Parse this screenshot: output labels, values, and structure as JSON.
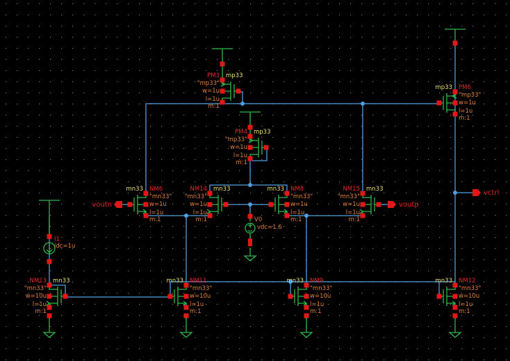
{
  "colors": {
    "background": "#000000",
    "wire": "#4f9fe0",
    "symbol": "#2fb84a",
    "pin": "#e01818",
    "instance_name": "#e82828",
    "model_name": "#e8e070",
    "parameter": "#e0803a"
  },
  "transistors": [
    {
      "name": "PM3",
      "model": "mp33",
      "cell": "\"mp33\"",
      "w": "w=1u",
      "l": "l=1u",
      "m": "m:1"
    },
    {
      "name": "PM4",
      "model": "mp33",
      "cell": "\"mp33\"",
      "w": "w=1u",
      "l": "l=1u",
      "m": "m:1"
    },
    {
      "name": "PM6",
      "model": "mp33",
      "cell": "\"mp33\"",
      "w": "w=1u",
      "l": "l=1u",
      "m": "m:1"
    },
    {
      "name": "NM6",
      "model": "mn33",
      "cell": "\"mn33\"",
      "w": "w=1u",
      "l": "l=1u",
      "m": "m:1"
    },
    {
      "name": "NM14",
      "model": "mn33",
      "cell": "\"mn33\"",
      "w": "w=1u",
      "l": "l=1u",
      "m": "m:1"
    },
    {
      "name": "NM8",
      "model": "mn33",
      "cell": "\"mn33\"",
      "w": "w=1u",
      "l": "l=1u",
      "m": "m:1"
    },
    {
      "name": "NM15",
      "model": "mn33",
      "cell": "\"mn33\"",
      "w": "w=1u",
      "l": "l=1u",
      "m": "m:1"
    },
    {
      "name": "NM13",
      "model": "mn33",
      "cell": "\"mn33\"",
      "w": "w=10u",
      "l": "l=1u",
      "m": "m:1"
    },
    {
      "name": "NM11",
      "model": "mn33",
      "cell": "\"mn33\"",
      "w": "w=10u",
      "l": "l=1u",
      "m": "m:1"
    },
    {
      "name": "NM9",
      "model": "mn33",
      "cell": "\"mn33\"",
      "w": "w=10u",
      "l": "l=1u",
      "m": "m:1"
    },
    {
      "name": "NM12",
      "model": "mn33",
      "cell": "\"mn33\"",
      "w": "w=10u",
      "l": "l=1u",
      "m": "m:1"
    }
  ],
  "sources": {
    "current": {
      "name": "I1",
      "value": "idc=1u"
    },
    "voltage": {
      "name": "V0",
      "value": "vdc=1.6"
    }
  },
  "pins": {
    "voutn": "voutn",
    "voutp": "voutp",
    "vctrl": "vctrl"
  }
}
